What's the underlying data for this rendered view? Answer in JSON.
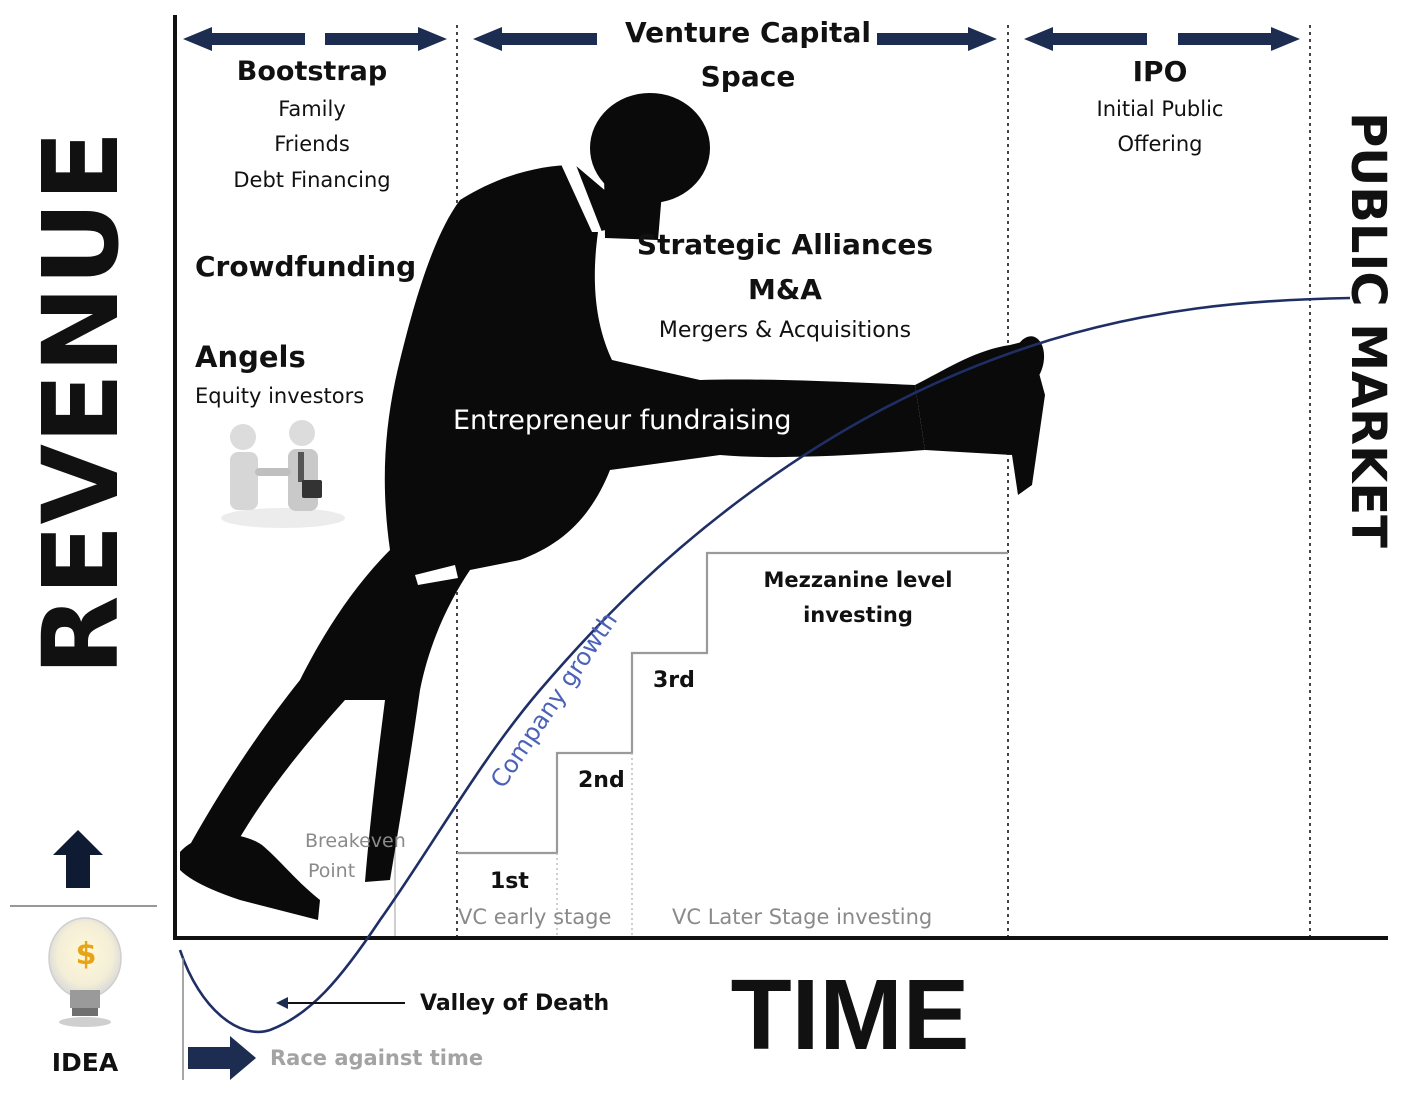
{
  "axes": {
    "y_label": "REVENUE",
    "x_label": "TIME"
  },
  "public_market": "PUBLIC MARKET",
  "phases": {
    "bootstrap": {
      "title": "Bootstrap",
      "lines": [
        "Family",
        "Friends",
        "Debt Financing"
      ]
    },
    "crowdfunding": "Crowdfunding",
    "angels": {
      "title": "Angels",
      "subtitle": "Equity investors"
    },
    "vc_space": {
      "line1": "Venture Capital",
      "line2": "Space"
    },
    "alliances": {
      "title": "Strategic Alliances",
      "subtitle": "M&A",
      "detail": "Mergers & Acquisitions"
    },
    "ipo": {
      "title": "IPO",
      "line1": "Initial Public",
      "line2": "Offering"
    }
  },
  "labels": {
    "entrepreneur": "Entrepreneur fundraising",
    "company_growth": "Company growth",
    "breakeven_1": "Breakeven",
    "breakeven_2": "Point",
    "mezzanine_1": "Mezzanine level",
    "mezzanine_2": "investing",
    "vc_early": "VC early stage",
    "vc_later": "VC Later Stage investing",
    "valley": "Valley of Death",
    "race": "Race against time",
    "idea": "IDEA",
    "dollar": "$"
  },
  "stages": [
    "1st",
    "2nd",
    "3rd"
  ],
  "colors": {
    "curve": "#1f2f66",
    "arrow": "#1d2d52",
    "growth_text": "#4b62b8",
    "silhouette": "#0a0a0a",
    "gray_text": "#8a8a8a"
  }
}
